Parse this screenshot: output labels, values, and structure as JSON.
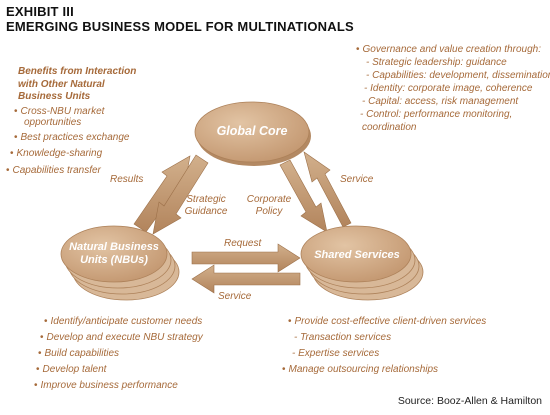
{
  "title": {
    "line1": "EXHIBIT III",
    "line2": "EMERGING BUSINESS MODEL FOR MULTINATIONALS"
  },
  "benefits": {
    "heading": [
      "Benefits from Interaction",
      "with Other Natural",
      "Business Units"
    ],
    "items": [
      "Cross-NBU market",
      "opportunities",
      "Best practices exchange",
      "Knowledge-sharing",
      "Capabilities transfer"
    ]
  },
  "governance": {
    "intro": "Governance and value creation through:",
    "items": [
      "Strategic leadership: guidance",
      "Capabilities: development, dissemination",
      "Identity: corporate image, coherence",
      "Capital: access, risk management",
      "Control: performance monitoring,",
      "coordination"
    ]
  },
  "nodes": {
    "global_core": "Global Core",
    "nbu": [
      "Natural Business",
      "Units (NBUs)"
    ],
    "shared": "Shared Services"
  },
  "arrows": {
    "results": "Results",
    "strategic_guidance": [
      "Strategic",
      "Guidance"
    ],
    "corporate_policy": [
      "Corporate",
      "Policy"
    ],
    "service_right": "Service",
    "request": "Request",
    "service_bottom": "Service"
  },
  "nbu_list": [
    "Identify/anticipate customer needs",
    "Develop and execute NBU strategy",
    "Build capabilities",
    "Develop talent",
    "Improve business performance"
  ],
  "shared_list": [
    "Provide cost-effective client-driven services",
    "Transaction services",
    "Expertise services",
    "Manage outsourcing relationships"
  ],
  "source": "Source: Booz-Allen & Hamilton"
}
